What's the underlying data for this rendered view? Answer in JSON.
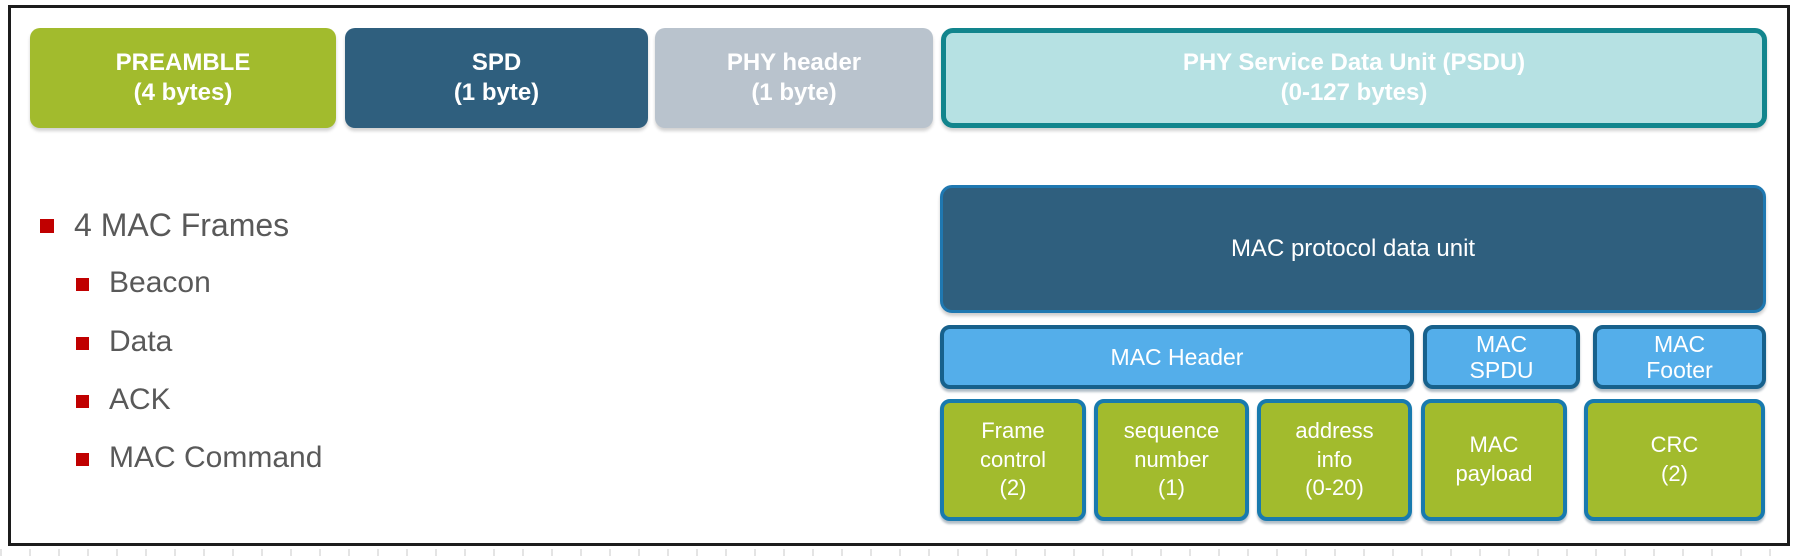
{
  "phy_row": {
    "preamble": {
      "title": "PREAMBLE",
      "subtitle": "(4 bytes)"
    },
    "spd": {
      "title": "SPD",
      "subtitle": "(1 byte)"
    },
    "phy_header": {
      "title": "PHY header",
      "subtitle": "(1 byte)"
    },
    "psdu": {
      "title": "PHY Service Data Unit (PSDU)",
      "subtitle": "(0-127 bytes)"
    }
  },
  "notes": {
    "title": "4 MAC Frames",
    "items": [
      "Beacon",
      "Data",
      "ACK",
      "MAC Command"
    ]
  },
  "mac": {
    "mpdu_label": "MAC protocol data unit",
    "structure_row": [
      {
        "lines": [
          "MAC Header",
          ""
        ]
      },
      {
        "lines": [
          "MAC",
          "SPDU"
        ]
      },
      {
        "lines": [
          "MAC",
          "Footer"
        ]
      }
    ],
    "field_row": [
      {
        "lines": [
          "Frame",
          "control",
          "(2)"
        ]
      },
      {
        "lines": [
          "sequence",
          "number",
          "(1)"
        ]
      },
      {
        "lines": [
          "address",
          "info",
          "(0-20)"
        ]
      },
      {
        "lines": [
          "MAC",
          "payload",
          ""
        ]
      },
      {
        "lines": [
          "CRC",
          "(2)",
          ""
        ]
      }
    ]
  },
  "colors": {
    "green": "#a2bb2d",
    "dark_blue": "#2f5f7e",
    "gray_blue": "#b9c3cd",
    "psdu_fill": "#b6e1e3",
    "teal_border": "#12858d",
    "light_blue": "#54aeea",
    "blue_border": "#17618c",
    "field_border": "#187aae",
    "mpdu_border": "#1f78b1",
    "bullet_red": "#c00000",
    "text_gray": "#595959"
  }
}
